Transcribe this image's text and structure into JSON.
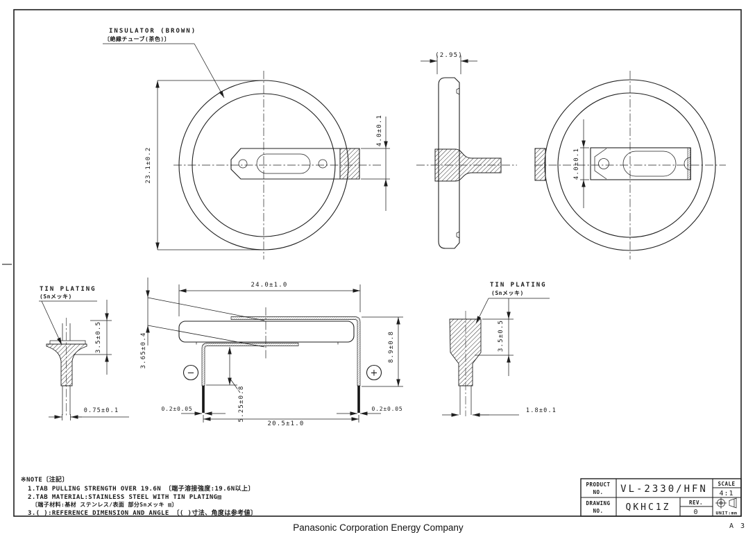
{
  "drawing": {
    "footer": "Panasonic Corporation   Energy Company",
    "sheet": "A 3"
  },
  "callouts": {
    "insulator_en": "INSULATOR (BROWN)",
    "insulator_jp": "〔絶縁チューブ(茶色)〕",
    "tin_left_en": "TIN PLATING",
    "tin_left_jp": "(Snメッキ)",
    "tin_right_en": "TIN PLATING",
    "tin_right_jp": "(Snメッキ)"
  },
  "terminals": {
    "minus": "−",
    "plus": "+"
  },
  "dims": {
    "front_dia": "23.1±0.2",
    "front_tab": "4.0±0.1",
    "side_thk": "(2.95)",
    "back_tab": "4.0±0.1",
    "sec_width": "24.0±1.0",
    "sec_tab_gap": "3.65±0.4",
    "sec_height": "8.9±0.8",
    "sec_neg_lead": "5.25±0.8",
    "sec_thk_left": "0.2±0.05",
    "sec_thk_right": "0.2±0.05",
    "sec_lead_span": "20.5±1.0",
    "neg_plate_len": "3.5±0.5",
    "neg_lead_w": "0.75±0.1",
    "pos_plate_len": "3.5±0.5",
    "pos_lead_w": "1.8±0.1"
  },
  "notes": {
    "heading": "※NOTE〔注記〕",
    "line1": "1.TAB PULLING STRENGTH OVER 19.6N 〔端子溶接強度:19.6N以上〕",
    "line2": "2.TAB MATERIAL:STAINLESS STEEL WITH TIN PLATING▨",
    "line2b": "〔端子材料:基材 ステンレス/表面 部分Snメッキ ▨〕",
    "line3": "3.( ):REFERENCE DIMENSION AND ANGLE 〔( )寸法、角度は参考値〕"
  },
  "title_block": {
    "product_label1": "PRODUCT",
    "product_label2": "NO.",
    "product_no": "VL-2330/HFN",
    "scale_label": "SCALE",
    "scale_value": "4:1",
    "drawing_label1": "DRAWING",
    "drawing_label2": "NO.",
    "drawing_no": "QKHC1Z",
    "rev_label": "REV.",
    "rev_value": "0",
    "unit": "UNIT:mm"
  }
}
